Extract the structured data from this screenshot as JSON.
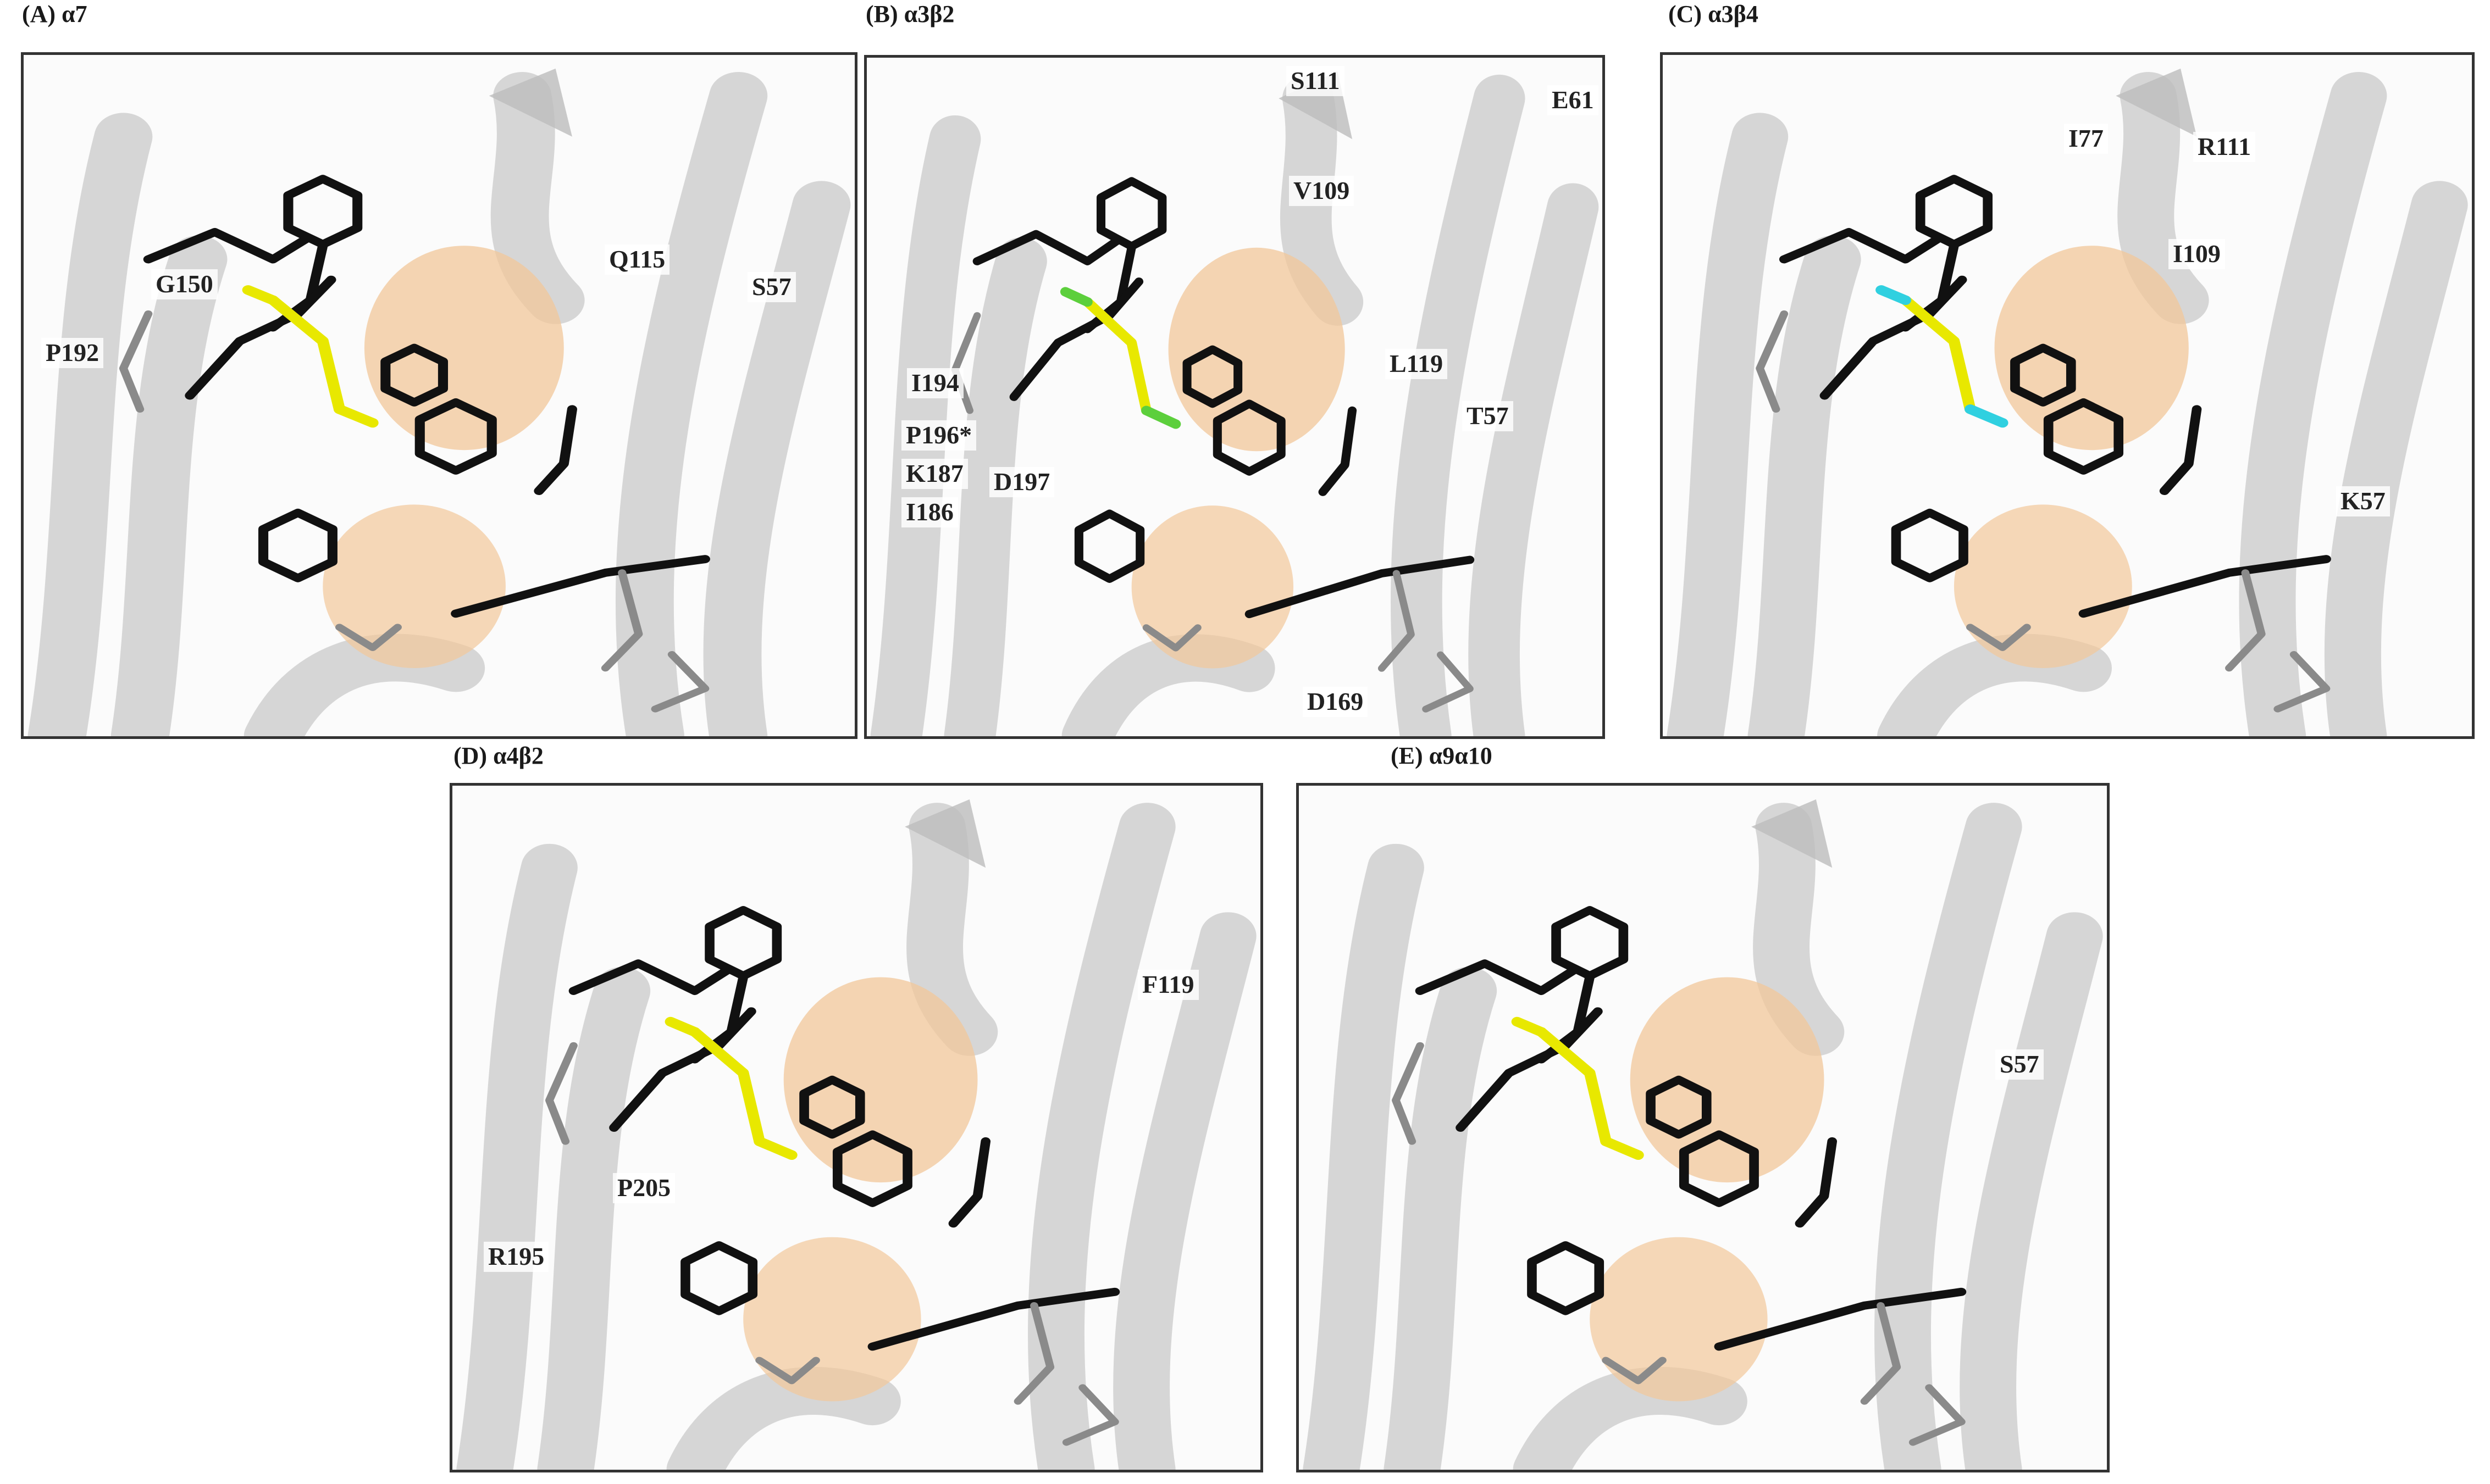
{
  "panels": [
    {
      "title": "(A) α7",
      "labels": [
        "G150",
        "P192",
        "Q115",
        "S57"
      ],
      "ligand_color": "#e8e800",
      "ligand_tip_color": "#e8e800"
    },
    {
      "title": "(B) α3β2",
      "labels": [
        "S111",
        "E61",
        "V109",
        "I194",
        "L119",
        "P196*",
        "T57",
        "K187",
        "D197",
        "I186",
        "D169"
      ],
      "ligand_color": "#e8e800",
      "ligand_tip_color": "#5ccf3c"
    },
    {
      "title": "(C) α3β4",
      "labels": [
        "I77",
        "R111",
        "I109",
        "K57"
      ],
      "ligand_color": "#e8e800",
      "ligand_tip_color": "#30d0e0"
    },
    {
      "title": "(D) α4β2",
      "labels": [
        "F119",
        "P205",
        "R195"
      ],
      "ligand_color": "#e8e800",
      "ligand_tip_color": "#e8e800"
    },
    {
      "title": "(E) α9α10",
      "labels": [
        "S57"
      ],
      "ligand_color": "#e8e800",
      "ligand_tip_color": "#e8e800"
    }
  ],
  "colors": {
    "ribbon": "#d6d6d6",
    "helix": "#f2c79a",
    "residue_dark": "#111111",
    "residue_grey": "#8a8a8a"
  }
}
